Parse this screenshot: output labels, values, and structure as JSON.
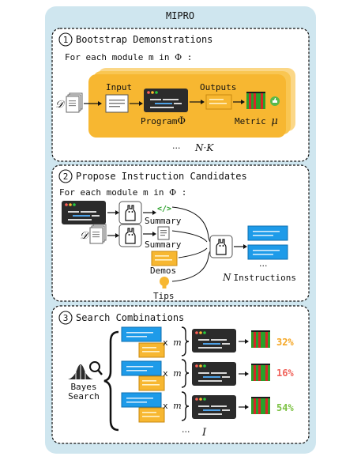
{
  "title": "MIPRO",
  "colors": {
    "panel_bg": "#cfe6ef",
    "orange": "#f7b731",
    "orange_light": "#fbd787",
    "blue": "#1e9be9",
    "dark": "#2b2b2b",
    "green_bar": "#2aa02a",
    "red_bar": "#d62728",
    "thumb_green": "#59b94a",
    "pct_orange": "#f5a623",
    "pct_red": "#f0625a",
    "pct_green": "#7cc243"
  },
  "step1": {
    "number": "1",
    "title": "Bootstrap Demonstrations",
    "for_each_prefix": "For each module m in",
    "for_each_symbol": "Φ",
    "for_each_suffix": ":",
    "dataset_symbol": "𝒟",
    "input_label": "Input",
    "outputs_label": "Outputs",
    "program_label": "Program",
    "program_symbol": "Φ",
    "metric_label": "Metric",
    "metric_symbol": "μ",
    "ellipsis": "···",
    "repeat_label": "N·K"
  },
  "step2": {
    "number": "2",
    "title": "Propose Instruction Candidates",
    "for_each_prefix": "For each module m in",
    "for_each_symbol": "Φ",
    "for_each_suffix": ":",
    "code_tag": "</>",
    "summary_label_1": "Summary",
    "dataset_symbol": "𝒟",
    "summary_label_2": "Summary",
    "demos_label": "Demos",
    "tips_label": "Tips",
    "ellipsis": "···",
    "instructions_symbol": "N",
    "instructions_label": "Instructions"
  },
  "step3": {
    "number": "3",
    "title": "Search Combinations",
    "bayes_line1": "Bayes",
    "bayes_line2": "Search",
    "times_label": "x",
    "times_symbol": "m",
    "scores": [
      "32%",
      "16%",
      "54%"
    ],
    "ellipsis": "···",
    "trials_symbol": "I"
  }
}
